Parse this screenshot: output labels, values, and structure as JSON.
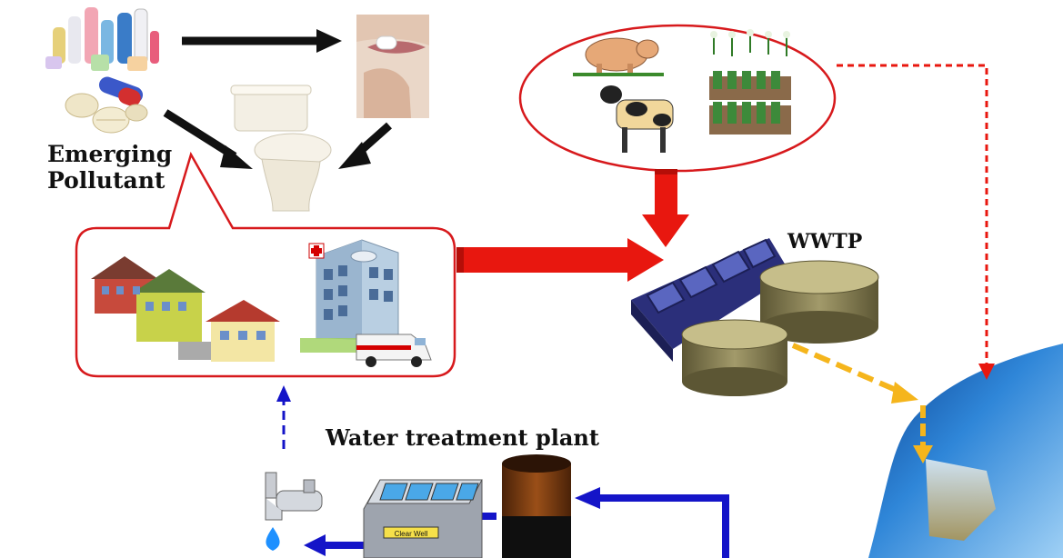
{
  "labels": {
    "emerging_line1": "Emerging",
    "emerging_line2": "Pollutant",
    "wwtp": "WWTP",
    "water_treatment_plant": "Water treatment plant",
    "clear_well": "Clear Well"
  },
  "colors": {
    "solid_arrow": "#e8170f",
    "dashed_red": "#e8170f",
    "dashed_yellow": "#f5b51c",
    "blue_flow": "#1414c8",
    "black_arrow": "#111111",
    "water_body": "#2f86d8",
    "tank": "#a29a6a",
    "clarifier": "#2b2f7a"
  },
  "icons": [
    "cosmetics-bottles-icon",
    "pills-icon",
    "pill-to-mouth-icon",
    "toilet-icon",
    "pig-icon",
    "cow-icon",
    "crops-icon",
    "houses-icon",
    "hospital-icon",
    "ambulance-icon",
    "water-tap-icon",
    "filter-unit-icon",
    "storage-tower-icon"
  ]
}
